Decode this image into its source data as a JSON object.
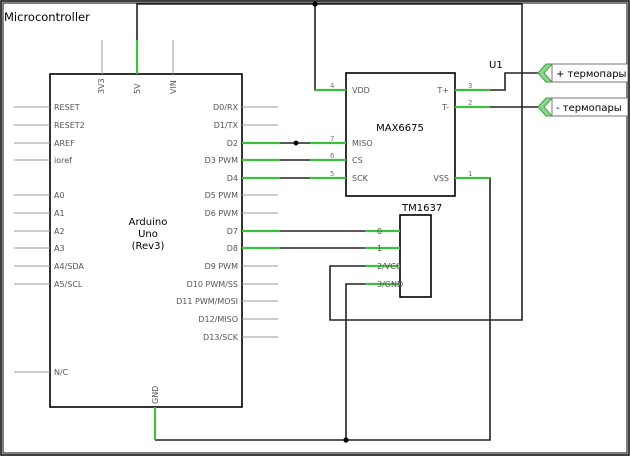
{
  "diagram": {
    "title": "Microcontroller",
    "arduino": {
      "name_lines": [
        "Arduino",
        "Uno",
        "(Rev3)"
      ],
      "top_pins": [
        "3V3",
        "5V",
        "VIN"
      ],
      "bottom_pin": "GND",
      "left_pins": [
        "RESET",
        "RESET2",
        "AREF",
        "ioref",
        "A0",
        "A1",
        "A2",
        "A3",
        "A4/SDA",
        "A5/SCL",
        "N/C"
      ],
      "right_pins": [
        "D0/RX",
        "D1/TX",
        "D2",
        "D3 PWM",
        "D4",
        "D5 PWM",
        "D6 PWM",
        "D7",
        "D8",
        "D9 PWM",
        "D10 PWM/SS",
        "D11 PWM/MOSI",
        "D12/MISO",
        "D13/SCK"
      ]
    },
    "max6675": {
      "name": "MAX6675",
      "pins": [
        {
          "num": "4",
          "label": "VDD"
        },
        {
          "num": "7",
          "label": "MISO"
        },
        {
          "num": "6",
          "label": "CS"
        },
        {
          "num": "5",
          "label": "SCK"
        },
        {
          "num": "3",
          "label": "T+"
        },
        {
          "num": "2",
          "label": "T-"
        },
        {
          "num": "1",
          "label": "VSS"
        }
      ]
    },
    "u1_label": "U1",
    "tm1637": {
      "name": "TM1637",
      "pins": [
        "0",
        "1",
        "2/VCC",
        "3/GND"
      ]
    },
    "thermocouple": {
      "plus": "+ термопары",
      "minus": "- термопары"
    }
  }
}
